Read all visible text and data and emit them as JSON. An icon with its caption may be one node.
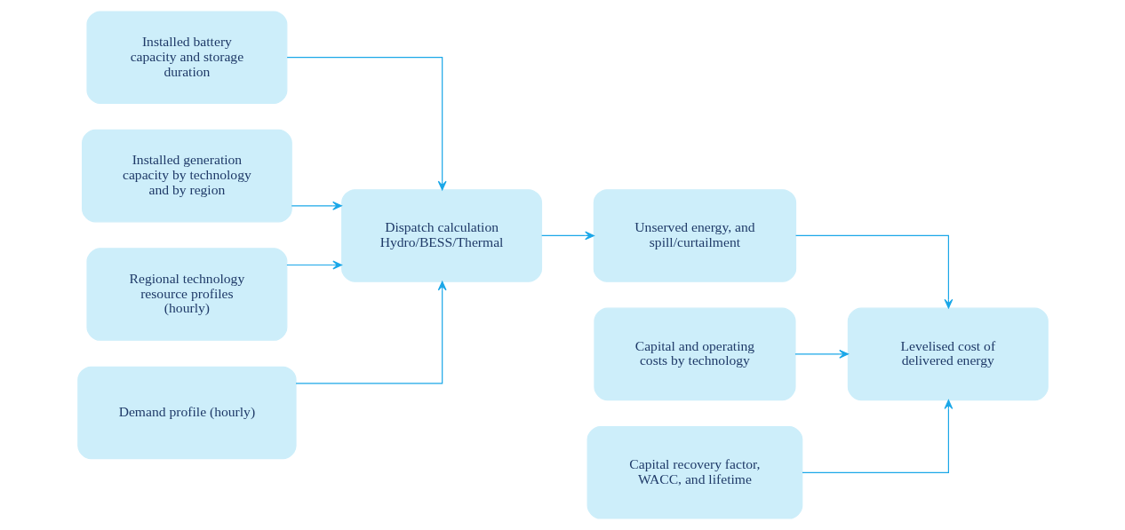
{
  "diagram": {
    "nodes": [
      {
        "text": [
          "Installed battery capacity and storage duration"
        ]
      },
      {
        "text": [
          "Installed generation capacity by technology and by region"
        ]
      },
      {
        "text": [
          "Regional technology resource profiles (hourly)"
        ]
      },
      {
        "text": [
          "Demand profile (hourly)"
        ]
      },
      {
        "text": [
          "Dispatch calculation Hydro/BESS/Thermal"
        ]
      },
      {
        "text": [
          "Unserved energy, and spill/curtailment"
        ]
      },
      {
        "text": [
          "Capital and operating costs by technology"
        ]
      },
      {
        "text": [
          "Capital recovery factor, WACC, and lifetime"
        ]
      },
      {
        "text": [
          "Levelised cost of delivered energy"
        ]
      }
    ],
    "edges": [
      {
        "from": 0,
        "to": 4,
        "arrow": "to"
      },
      {
        "from": 1,
        "to": 4,
        "arrow": "to"
      },
      {
        "from": 2,
        "to": 4,
        "arrow": "to"
      },
      {
        "from": 3,
        "to": 4,
        "arrow": "to"
      },
      {
        "from": 4,
        "to": 5,
        "arrow": "to"
      },
      {
        "from": 5,
        "to": 8,
        "arrow": "to"
      },
      {
        "from": 6,
        "to": 8,
        "arrow": "to"
      },
      {
        "from": 7,
        "to": 8,
        "arrow": "to"
      }
    ]
  }
}
